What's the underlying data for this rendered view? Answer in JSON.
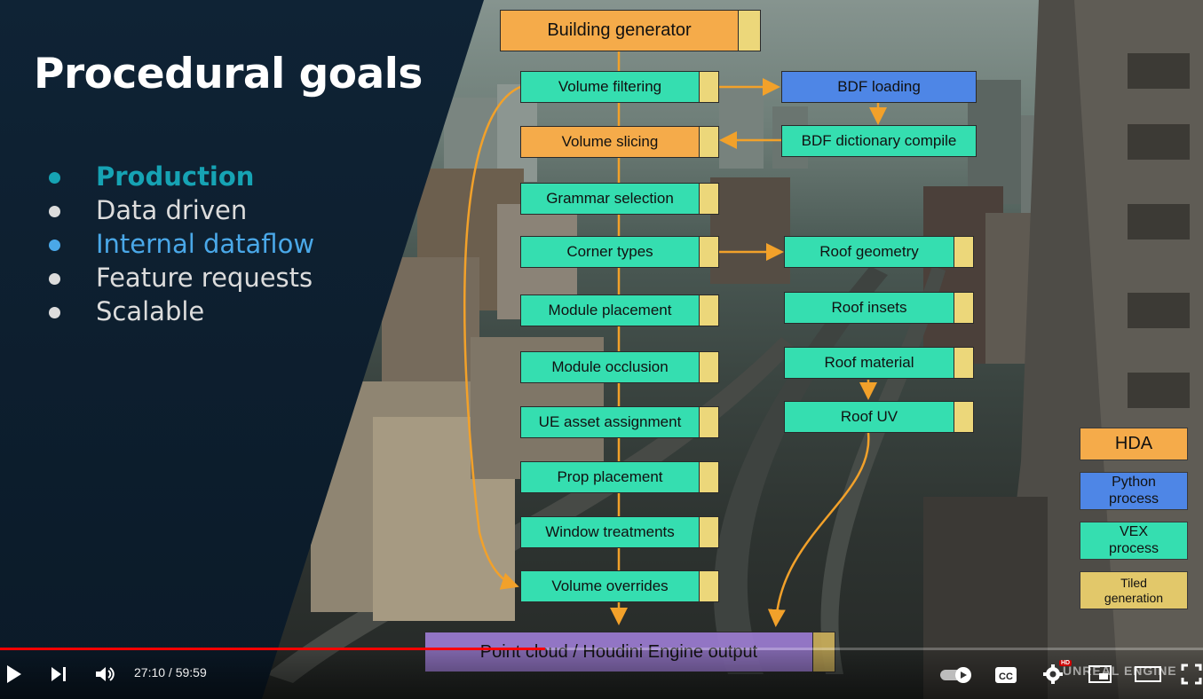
{
  "slide": {
    "title": "Procedural goals",
    "bullets": [
      {
        "text": "Production",
        "color": "#16a3b4",
        "bold": true
      },
      {
        "text": "Data driven",
        "color": "#dcdcdc",
        "bold": false
      },
      {
        "text": "Internal dataflow",
        "color": "#4aa8e8",
        "bold": false
      },
      {
        "text": "Feature requests",
        "color": "#dcdcdc",
        "bold": false
      },
      {
        "text": "Scalable",
        "color": "#dcdcdc",
        "bold": false
      }
    ]
  },
  "diagram": {
    "top": "Building generator",
    "main_chain": [
      "Volume filtering",
      "Volume slicing",
      "Grammar selection",
      "Corner types",
      "Module placement",
      "Module occlusion",
      "UE asset assignment",
      "Prop placement",
      "Window treatments",
      "Volume overrides"
    ],
    "bdf": [
      "BDF loading",
      "BDF dictionary compile"
    ],
    "roof_chain": [
      "Roof geometry",
      "Roof insets",
      "Roof material",
      "Roof UV"
    ],
    "output": "Point cloud / Houdini Engine output",
    "colors": {
      "hda": "#f5ab4a",
      "python": "#4e86e6",
      "vex": "#35deb0",
      "tiled": "#ecd77a",
      "output": "#9b7bd0",
      "arrow": "#f2a12a"
    }
  },
  "legend": [
    {
      "text": "HDA",
      "color": "#f5ab4a"
    },
    {
      "text": "Python process",
      "color": "#4e86e6"
    },
    {
      "text": "VEX process",
      "color": "#35deb0"
    },
    {
      "text": "Tiled generation",
      "color": "#e2c86a"
    }
  ],
  "player": {
    "time": "27:10 / 59:59",
    "progress": 0.4531,
    "watermark": "UNREAL ENGINE",
    "hd_badge": "HD",
    "icons": [
      "play-icon",
      "next-icon",
      "volume-icon",
      "autoplay-toggle",
      "cc-icon",
      "settings-icon",
      "miniplayer-icon",
      "theater-icon",
      "fullscreen-icon"
    ]
  }
}
